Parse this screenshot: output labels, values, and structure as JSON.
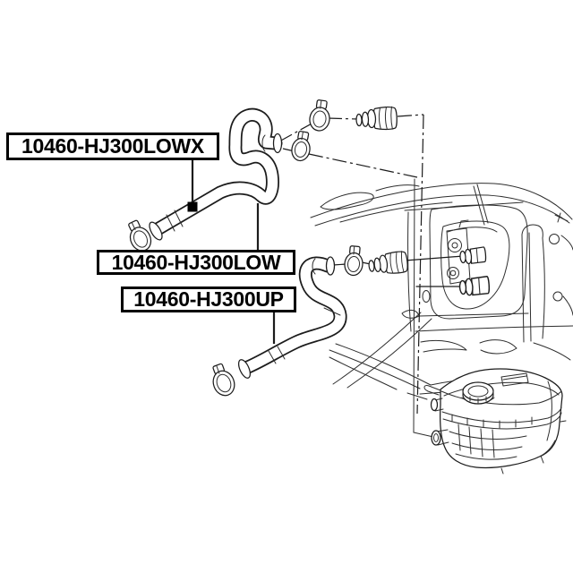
{
  "diagram": {
    "colors": {
      "ink": "#1c1c1c",
      "background": "#ffffff"
    },
    "labels": [
      {
        "id": "lowx",
        "text": "10460-HJ300LOWX"
      },
      {
        "id": "low",
        "text": "10460-HJ300LOW"
      },
      {
        "id": "up",
        "text": "10460-HJ300UP"
      }
    ]
  }
}
